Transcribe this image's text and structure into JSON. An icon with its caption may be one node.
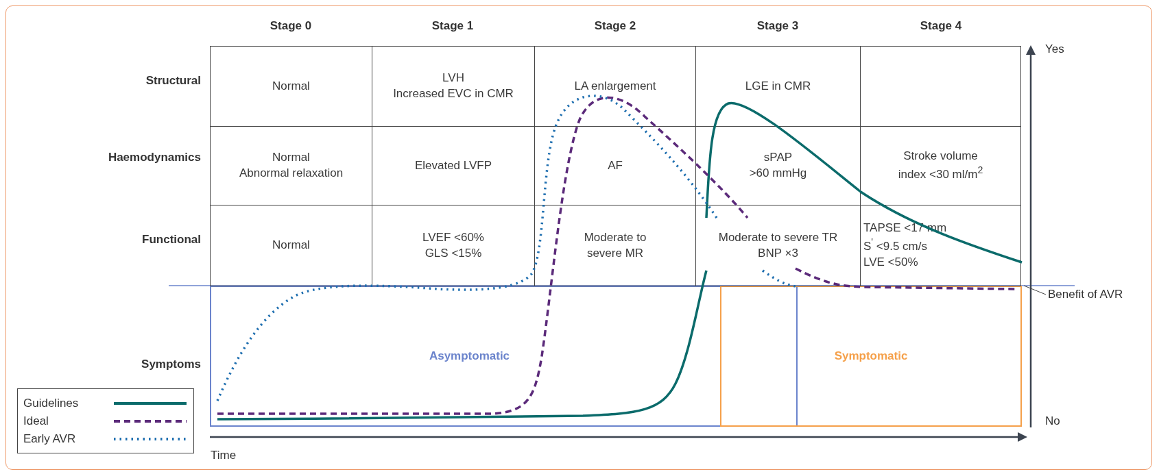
{
  "diagram": {
    "nodes": [
      {
        "text": [
          "Asymptomatic"
        ]
      },
      {
        "text": [
          "Symptomatic"
        ]
      }
    ],
    "edges": [],
    "labels": [
      "Stage 0",
      "Stage 1",
      "Stage 2",
      "Stage 3",
      "Stage 4",
      "Structural",
      "Normal",
      "LVH",
      "Increased EVC in CMR",
      "LA enlargement",
      "LGE in CMR",
      "Haemodynamics",
      "Normal",
      "Abnormal relaxation",
      "Elevated LVFP",
      "AF",
      "sPAP",
      ">60 mmHg",
      "Stroke volume index <30 ml/m$^{2}$",
      "Functional",
      "Normal",
      "LVEF <60%",
      "GLS <15%",
      "Moderate to severe MR",
      "Moderate to severe TR",
      "BNP ×3",
      "TAPSE <17 mm",
      "S$^{'}$ <9.5 cm/s",
      "LVE <50%",
      "Symptoms",
      "Yes",
      "Benefit of AVR",
      "No",
      "Time"
    ],
    "legend": [
      {
        "text": "Guidelines"
      },
      {
        "text": "Ideal"
      },
      {
        "text": "Early AVR"
      }
    ]
  }
}
